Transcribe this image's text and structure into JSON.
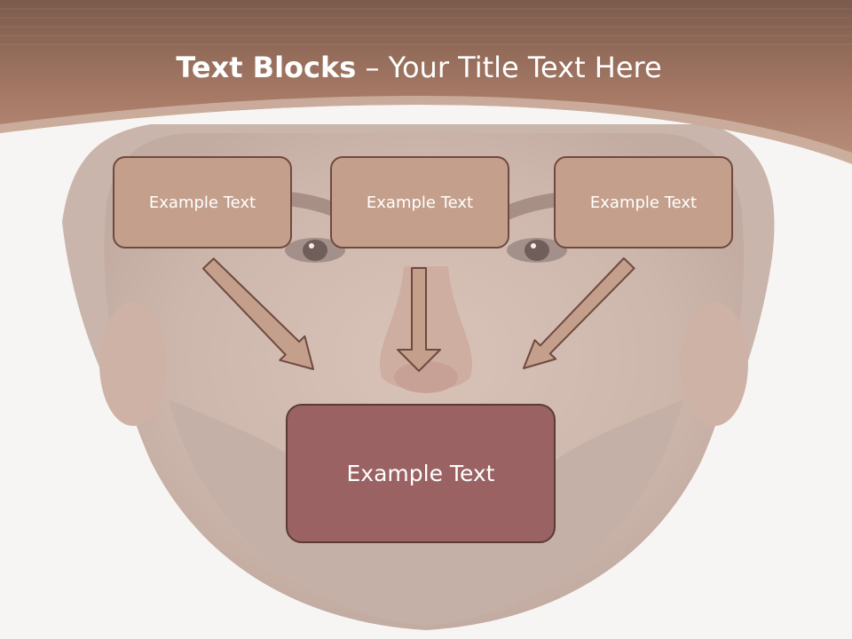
{
  "title": {
    "bold_part": "Text Blocks",
    "separator": " – ",
    "regular_part": "Your Title Text Here"
  },
  "blocks": {
    "left": "Example Text",
    "middle": "Example Text",
    "right": "Example Text",
    "bottom": "Example Text"
  },
  "colors": {
    "header_band": "#9b6b58",
    "block_fill": "#c49f8c",
    "block_border": "#6e4a3f",
    "bottom_block_fill": "#9a6262",
    "arrow_fill": "#c49f8c",
    "background": "#f7f5f4"
  }
}
